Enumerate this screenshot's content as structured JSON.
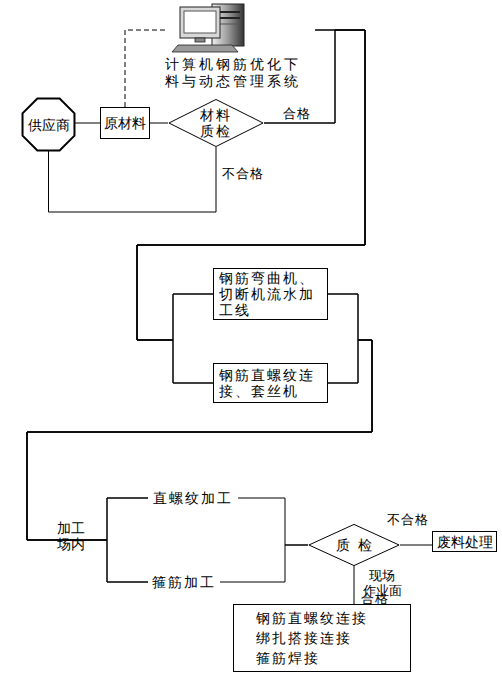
{
  "diagram": {
    "nodes": [
      {
        "text": [
          "供应商"
        ]
      },
      {
        "text": [
          "原材料"
        ]
      },
      {
        "text": [
          "计算机钢筋优化下料与动态管理系统"
        ]
      },
      {
        "text": [
          "材料质检"
        ]
      },
      {
        "text": [
          "钢筋弯曲机、切断机流水加工线"
        ]
      },
      {
        "text": [
          "钢筋直螺纹连接、套丝机"
        ]
      },
      {
        "text": [
          "直螺纹加工"
        ]
      },
      {
        "text": [
          "箍筋加工"
        ]
      },
      {
        "text": [
          "质检"
        ]
      },
      {
        "text": [
          "废料处理"
        ]
      },
      {
        "text": [
          "钢筋直螺纹连接 绑扎搭接连接 箍筋焊接"
        ]
      }
    ],
    "edges": [
      {
        "from": 0,
        "to": 1,
        "arrow": "none"
      },
      {
        "from": 1,
        "to": 2,
        "arrow": "none"
      },
      {
        "from": 1,
        "to": 3,
        "arrow": "none"
      },
      {
        "from": 3,
        "to": 0,
        "label": "不合格",
        "arrow": "none"
      },
      {
        "from": 3,
        "to": 4,
        "label": "合格",
        "arrow": "none"
      },
      {
        "from": 3,
        "to": 5,
        "arrow": "none"
      },
      {
        "from": 2,
        "to": 4,
        "arrow": "none"
      },
      {
        "from": 2,
        "to": 5,
        "arrow": "none"
      },
      {
        "from": 4,
        "to": 6,
        "arrow": "none"
      },
      {
        "from": 4,
        "to": 7,
        "arrow": "none"
      },
      {
        "from": 5,
        "to": 6,
        "arrow": "none"
      },
      {
        "from": 5,
        "to": 7,
        "arrow": "none"
      },
      {
        "from": 6,
        "to": 8,
        "arrow": "none"
      },
      {
        "from": 7,
        "to": 8,
        "arrow": "none"
      },
      {
        "from": 8,
        "to": 9,
        "label": "不合格",
        "arrow": "none"
      },
      {
        "from": 8,
        "to": 10,
        "label": "合格",
        "arrow": "none"
      }
    ],
    "labels": [
      "加工场内",
      "现场 作业面"
    ]
  }
}
